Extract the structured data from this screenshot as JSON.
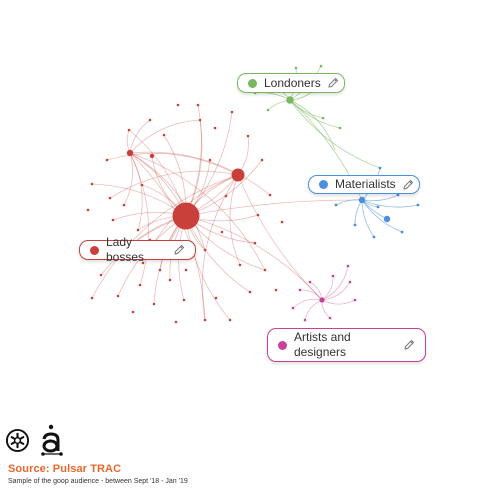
{
  "clusters": [
    {
      "id": "londoners",
      "label": "Londoners",
      "color": "#7bb661",
      "icon": "pencil-icon"
    },
    {
      "id": "materialists",
      "label": "Materialists",
      "color": "#4a8fe0",
      "icon": "pencil-icon"
    },
    {
      "id": "ladybosses",
      "label": "Lady bosses",
      "color": "#c9403a",
      "icon": "pencil-icon"
    },
    {
      "id": "artists",
      "label_line1": "Artists and",
      "label_line2": "designers",
      "color": "#c8409a",
      "icon": "pencil-icon"
    }
  ],
  "footer": {
    "source": "Source: Pulsar TRAC",
    "subtitle": "Sample of the goop audience - between Sept '18 - Jan '19",
    "logos": [
      "pulsar-logo-icon",
      "audience-a-logo-icon"
    ]
  },
  "colors": {
    "accent": "#e8672a",
    "londoners": "#7bb661",
    "materialists": "#4a8fe0",
    "ladybosses": "#c9403a",
    "artists": "#c8409a"
  }
}
